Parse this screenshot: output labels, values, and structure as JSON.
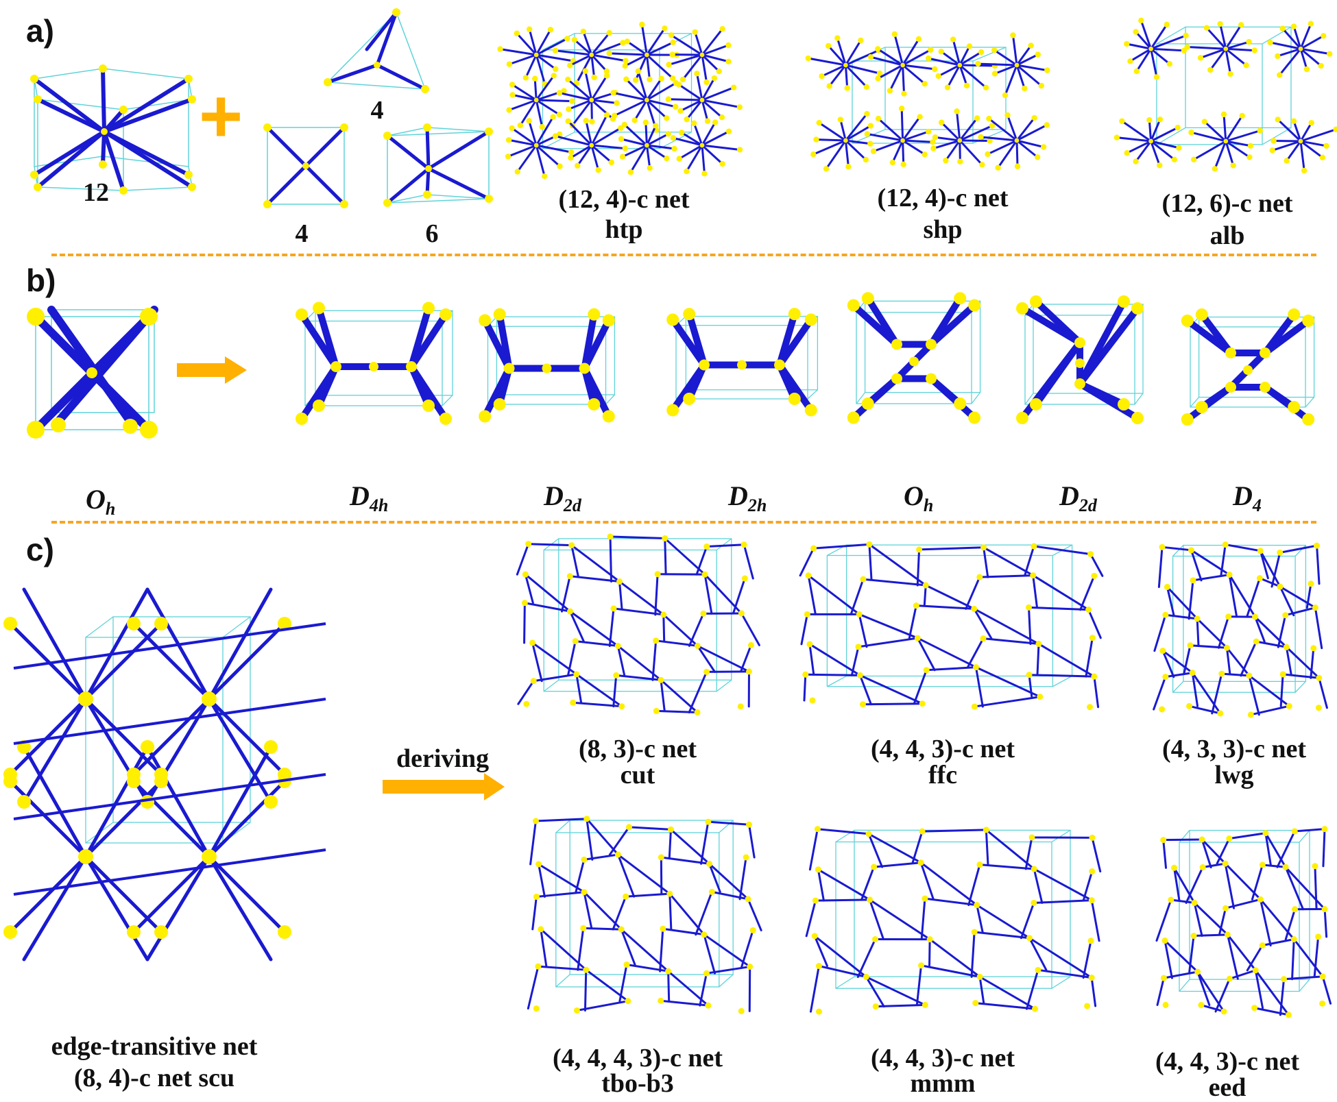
{
  "panels": {
    "a": "a)",
    "b": "b)",
    "c": "c)"
  },
  "colors": {
    "bond": "#1a1ad0",
    "node": "#ffef00",
    "cell": "#5fd3d9",
    "accent": "#ffb000",
    "divider": "#f5a623"
  },
  "section_a": {
    "plus": "+",
    "nodes": [
      {
        "label": "12"
      },
      {
        "label": "4"
      },
      {
        "label": "4"
      },
      {
        "label": "6"
      }
    ],
    "nets": [
      {
        "line1": "(12, 4)-c net",
        "line2": "htp"
      },
      {
        "line1": "(12, 4)-c net",
        "line2": "shp"
      },
      {
        "line1": "(12, 6)-c net",
        "line2": "alb"
      }
    ]
  },
  "section_b": {
    "start_symmetry": {
      "main": "O",
      "sub": "h"
    },
    "symmetries": [
      {
        "main": "D",
        "sub": "4h"
      },
      {
        "main": "D",
        "sub": "2d"
      },
      {
        "main": "D",
        "sub": "2h"
      },
      {
        "main": "O",
        "sub": "h"
      },
      {
        "main": "D",
        "sub": "2d"
      },
      {
        "main": "D",
        "sub": "4"
      }
    ]
  },
  "section_c": {
    "parent": {
      "line1": "edge-transitive net",
      "line2": "(8, 4)-c net scu"
    },
    "arrow_label": "deriving",
    "derived": [
      {
        "line1": "(8, 3)-c net",
        "line2": "cut"
      },
      {
        "line1": "(4, 4, 3)-c net",
        "line2": "ffc"
      },
      {
        "line1": "(4, 3, 3)-c net",
        "line2": "lwg"
      },
      {
        "line1": "(4, 4, 4, 3)-c net",
        "line2": "tbo-b3"
      },
      {
        "line1": "(4, 4, 3)-c net",
        "line2": "mmm"
      },
      {
        "line1": "(4, 4, 3)-c net",
        "line2": "eed"
      }
    ]
  }
}
